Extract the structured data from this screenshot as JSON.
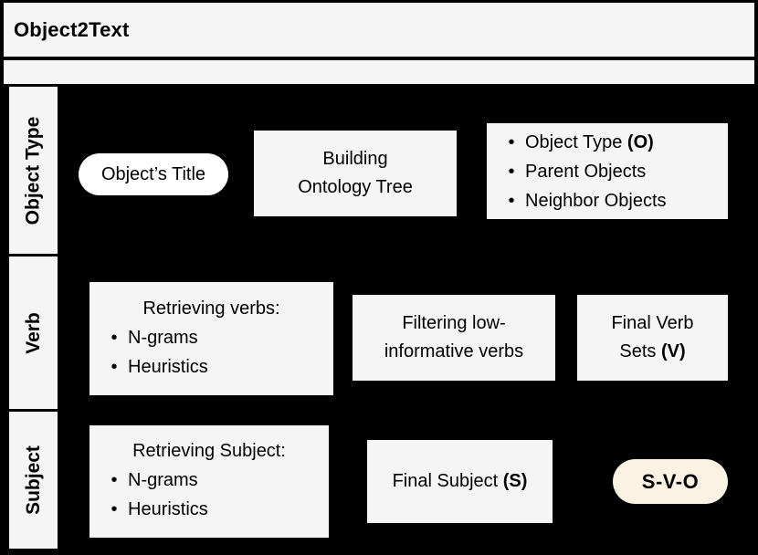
{
  "header": {
    "title": "Object2Text"
  },
  "sidebar": {
    "items": [
      {
        "label": "Object Type"
      },
      {
        "label": "Verb"
      },
      {
        "label": "Subject"
      }
    ]
  },
  "object_type_row": {
    "title_pill": "Object’s Title",
    "ontology_box": {
      "line1": "Building",
      "line2": "Ontology Tree"
    },
    "outputs": {
      "items": [
        {
          "text": "Object Type ",
          "bold": "(O)"
        },
        {
          "text": "Parent Objects",
          "bold": ""
        },
        {
          "text": "Neighbor Objects",
          "bold": ""
        }
      ]
    }
  },
  "verb_row": {
    "retrieve_box": {
      "heading": "Retrieving verbs:",
      "items": [
        "N-grams",
        "Heuristics"
      ]
    },
    "filter_box": {
      "line1": "Filtering low-",
      "line2": "informative verbs"
    },
    "final_box": {
      "line1": "Final Verb",
      "line2_text": "Sets ",
      "line2_bold": "(V)"
    }
  },
  "subject_row": {
    "retrieve_box": {
      "heading": "Retrieving Subject:",
      "items": [
        "N-grams",
        "Heuristics"
      ]
    },
    "final_box": {
      "text": "Final Subject ",
      "bold": "(S)"
    },
    "svo_pill": "S-V-O"
  },
  "colors": {
    "background": "#000000",
    "panel_bg": "#f5f5f5",
    "pill_white": "#ffffff",
    "pill_cream": "#fbf2e4"
  }
}
